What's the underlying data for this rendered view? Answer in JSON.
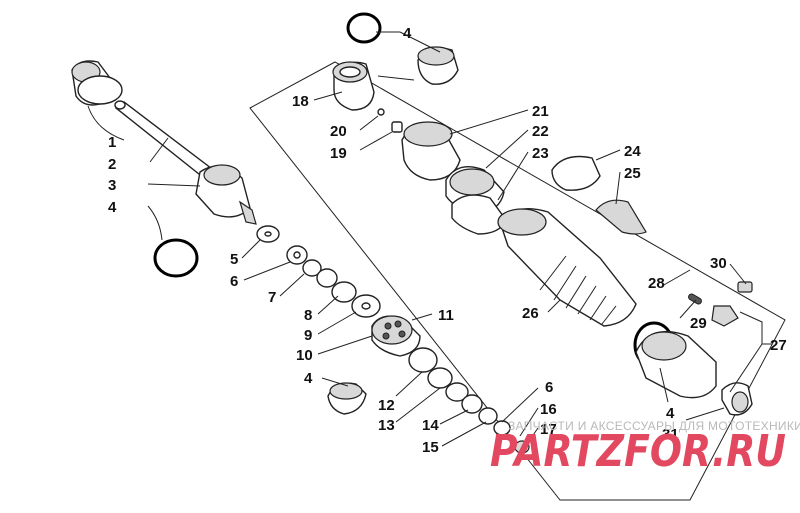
{
  "diagram": {
    "callouts": {
      "c1": "1",
      "c2": "2",
      "c3": "3",
      "c4a": "4",
      "c4b": "4",
      "c4c": "4",
      "c4d": "4",
      "c5": "5",
      "c6a": "6",
      "c6b": "6",
      "c7": "7",
      "c8": "8",
      "c9": "9",
      "c10": "10",
      "c11": "11",
      "c12": "12",
      "c13": "13",
      "c14": "14",
      "c15": "15",
      "c16": "16",
      "c17": "17",
      "c18": "18",
      "c19": "19",
      "c20": "20",
      "c21": "21",
      "c22": "22",
      "c23": "23",
      "c24": "24",
      "c25": "25",
      "c26": "26",
      "c27": "27",
      "c28": "28",
      "c29": "29",
      "c30": "30",
      "c31": "31"
    }
  },
  "watermark": {
    "tagline": "ЗАПЧАСТИ И АКСЕССУАРЫ ДЛЯ МОТОТЕХНИКИ",
    "logo": "PARTZFOR.RU",
    "color": "#e2485f"
  }
}
